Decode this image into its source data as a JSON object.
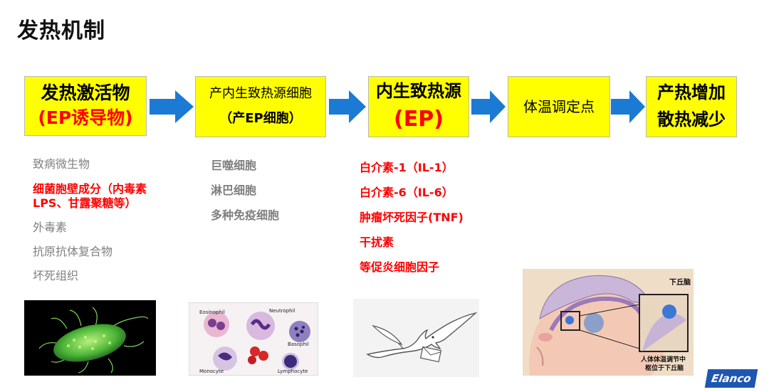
{
  "title": "发热机制",
  "flow": [
    {
      "line1": "发热激活物",
      "line2": "(EP诱导物)"
    },
    {
      "line1": "产内生致热源细胞",
      "line2": "（产EP细胞）"
    },
    {
      "line1": "内生致热源",
      "line2": "(EP)"
    },
    {
      "line1": "体温调定点"
    },
    {
      "line1": "产热增加",
      "line2": "散热减少"
    }
  ],
  "lists": {
    "activators": [
      {
        "text": "致病微生物",
        "style": "gray"
      },
      {
        "text": "细菌胞壁成分（内毒素",
        "style": "red"
      },
      {
        "text": "LPS、甘露聚糖等）",
        "style": "red"
      },
      {
        "text": "外毒素",
        "style": "gray"
      },
      {
        "text": "抗原抗体复合物",
        "style": "gray"
      },
      {
        "text": "坏死组织",
        "style": "gray"
      }
    ],
    "cells": [
      "巨噬细胞",
      "淋巴细胞",
      "多种免疫细胞"
    ],
    "pyrogens": [
      "白介素-1（IL-1）",
      "白介素-6（IL-6）",
      "肿瘤坏死因子(TNF)",
      "干扰素",
      "等促炎细胞因子"
    ]
  },
  "images": {
    "bacteria": {
      "icon": "bacteria-image"
    },
    "blood_cells": {
      "labels": [
        "Eosinophil",
        "Neutrophil",
        "Basophil",
        "Monocyte",
        "Lymphocyte"
      ]
    },
    "bird": {
      "icon": "bird-image"
    },
    "brain": {
      "label_top": "下丘脑",
      "label_bottom_1": "人体体温调节中",
      "label_bottom_2": "枢位于下丘脑"
    }
  },
  "logo": "Elanco",
  "colors": {
    "box": "#ffff00",
    "arrow": "#1a7ad4",
    "red": "#ff0000",
    "gray": "#7f7f7f"
  }
}
